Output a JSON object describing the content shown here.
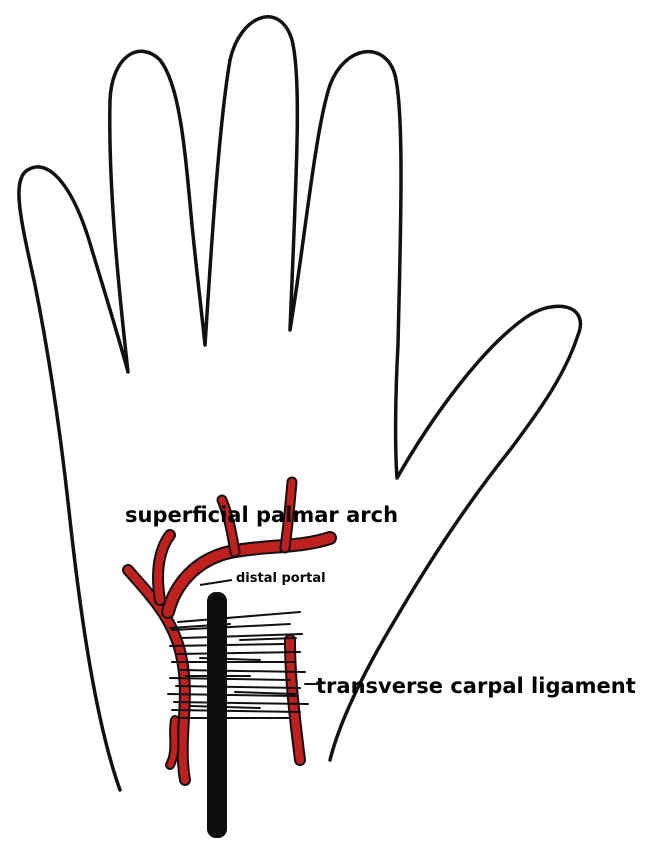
{
  "labels": {
    "superficial_palmar_arch": "superficial palmar arch",
    "distal_portal": "distal portal",
    "transverse_carpal_ligament": "transverse carpal ligament"
  },
  "colors": {
    "outline": "#111111",
    "artery": "#c0201e",
    "instrument": "#0d0d0d",
    "background": "#ffffff"
  }
}
